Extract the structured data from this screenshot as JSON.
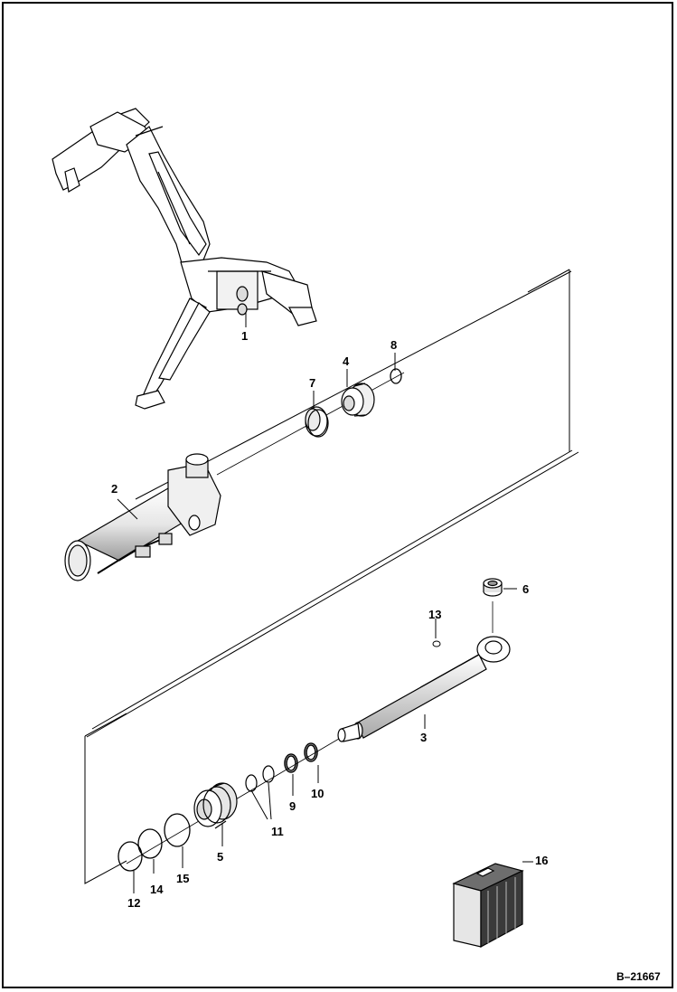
{
  "diagram": {
    "figure_id": "B–21667",
    "callouts": {
      "c1": "1",
      "c2": "2",
      "c3": "3",
      "c4": "4",
      "c5": "5",
      "c6": "6",
      "c7": "7",
      "c8": "8",
      "c9": "9",
      "c10": "10",
      "c11": "11",
      "c12": "12",
      "c13": "13",
      "c14": "14",
      "c15": "15",
      "c16": "16"
    }
  }
}
